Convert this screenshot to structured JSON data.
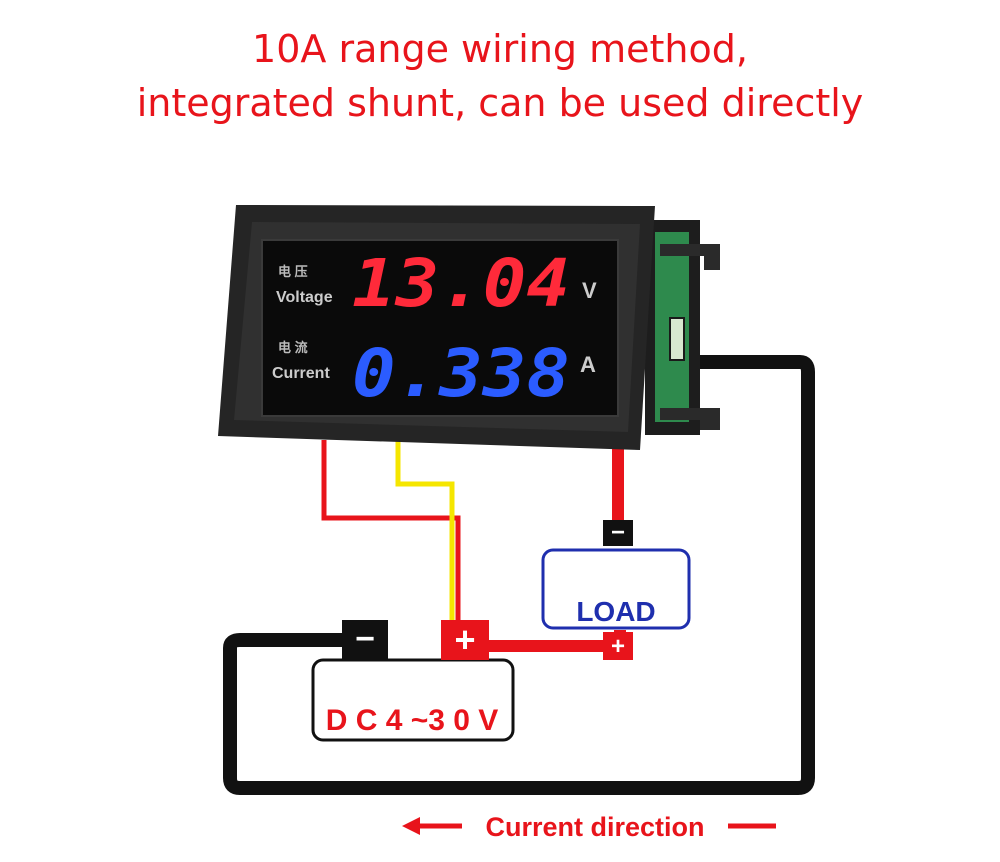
{
  "title": {
    "line1": "10A range wiring method,",
    "line2": "integrated shunt, can be used directly"
  },
  "meter": {
    "voltage_cn": "电    压",
    "voltage_label": "Voltage",
    "voltage_reading": "13.04",
    "voltage_unit": "V",
    "current_cn": "电    流",
    "current_label": "Current",
    "current_reading": "0.338",
    "current_unit": "A",
    "voltage_color": "#ff2a3a",
    "current_color": "#2b5cff"
  },
  "load": {
    "label": "LOAD",
    "minus": "−",
    "plus": "+"
  },
  "battery": {
    "label": "D C 4 ~3 0 V",
    "minus": "−",
    "plus": "+"
  },
  "footer": {
    "label": "Current direction"
  },
  "colors": {
    "title": "#e8141b",
    "wire_red": "#e8141b",
    "wire_black": "#111111",
    "wire_yellow": "#f5e600",
    "load_border": "#1f2fae",
    "load_text": "#1f2fae"
  }
}
